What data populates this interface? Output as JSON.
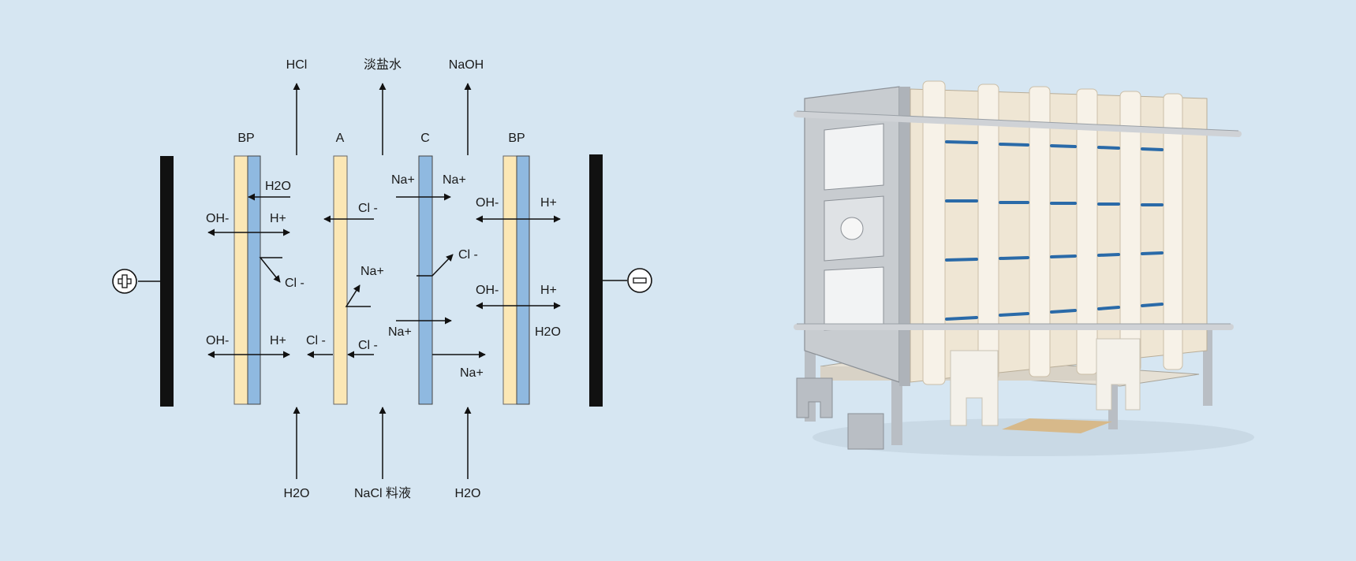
{
  "diagram": {
    "membrane_labels": {
      "bp_left": "BP",
      "anion": "A",
      "cation": "C",
      "bp_right": "BP"
    },
    "outputs": {
      "hcl": "HCl",
      "diluate": "淡盐水",
      "naoh": "NaOH"
    },
    "inputs": {
      "water_left": "H2O",
      "feed": "NaCl 料液",
      "water_right": "H2O"
    },
    "ion_labels": {
      "h2o_top": "H2O",
      "oh_1": "OH-",
      "h_1": "H+",
      "cl_1": "Cl -",
      "cl_cross": "Cl -",
      "oh_2": "OH-",
      "h_2": "H+",
      "cl_2": "Cl -",
      "cl_3": "Cl -",
      "na_1": "Na+",
      "na_2": "Na+",
      "oh_3": "OH-",
      "h_3": "H+",
      "cl_up": "Cl -",
      "na_up": "Na+",
      "oh_4": "OH-",
      "h_4": "H+",
      "na_3": "Na+",
      "h2o_right": "H2O",
      "na_4": "Na+"
    },
    "electrodes": {
      "anode_symbol": "+",
      "cathode_symbol": "−"
    },
    "colors": {
      "background": "#d6e6f2",
      "bipolar_cream": "#fbe7b5",
      "membrane_blue": "#8fb9e0",
      "electrode": "#111111"
    }
  },
  "photo": {
    "subject": "electrodialysis-stack",
    "frame_color": "#c8ccd0",
    "plate_color": "#efe6d4",
    "accent_blue": "#2a6aa8"
  }
}
